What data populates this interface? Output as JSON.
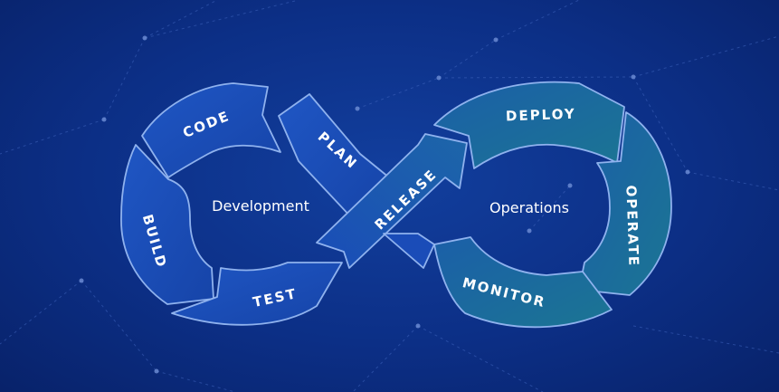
{
  "diagram": {
    "type": "devops-infinity-loop",
    "left_loop": {
      "label": "Development",
      "stages": [
        "CODE",
        "BUILD",
        "TEST",
        "PLAN"
      ]
    },
    "center": {
      "label": "RELEASE"
    },
    "right_loop": {
      "label": "Operations",
      "stages": [
        "DEPLOY",
        "OPERATE",
        "MONITOR"
      ]
    }
  },
  "colors": {
    "background": "#0c2f86",
    "development_segment": "#1a4cb8",
    "operations_segment": "#1d6a9c",
    "segment_outline": "#8fb2ee",
    "network_lines": "#3f64bd"
  }
}
